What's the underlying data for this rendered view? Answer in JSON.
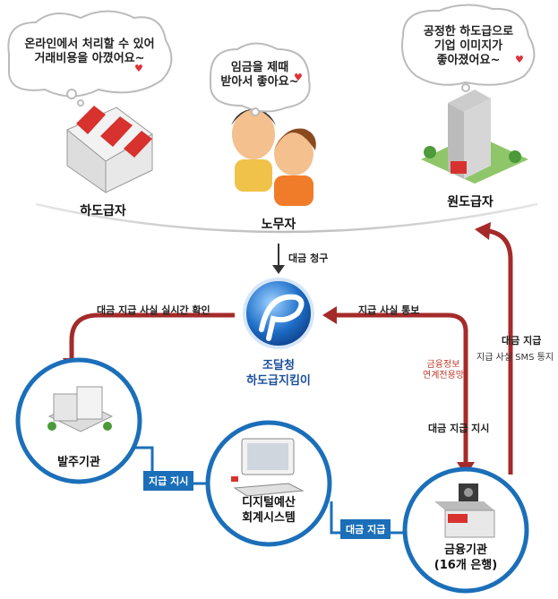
{
  "bubbles": {
    "subcontractor": "온라인에서 처리할 수 있어\n거래비용을 아꼈어요~",
    "worker": "임금을 제때\n받아서 좋아요~",
    "prime": "공정한 하도급으로\n기업 이미지가\n좋아졌어요~"
  },
  "roles": {
    "subcontractor": "하도급자",
    "worker": "노무자",
    "prime": "원도급자"
  },
  "center": {
    "claim": "대금 청구",
    "logo_line1": "조달청",
    "logo_line2": "하도급지킴이"
  },
  "labels": {
    "realtime_check": "대금 지급 사실 실시간 확인",
    "payment_notice": "지급 사실 통보",
    "fin_line1": "금융정보",
    "fin_line2": "연계전용망",
    "payment_order": "대금 지급 지시",
    "payment_main": "대금 지급",
    "sms_notice": "지급 사실 SMS 통지"
  },
  "nodes": {
    "ordering": "발주기관",
    "digital_line1": "디지털예산",
    "digital_line2": "회계시스템",
    "bank_line1": "금융기관",
    "bank_line2": "(16개 은행)"
  },
  "tags": {
    "pay_instruct": "지급 지시",
    "pay": "대금 지급"
  },
  "colors": {
    "arrow_red": "#a52a2a",
    "tag_blue": "#1b6fb9",
    "node_ring": "#1b6fb9"
  }
}
